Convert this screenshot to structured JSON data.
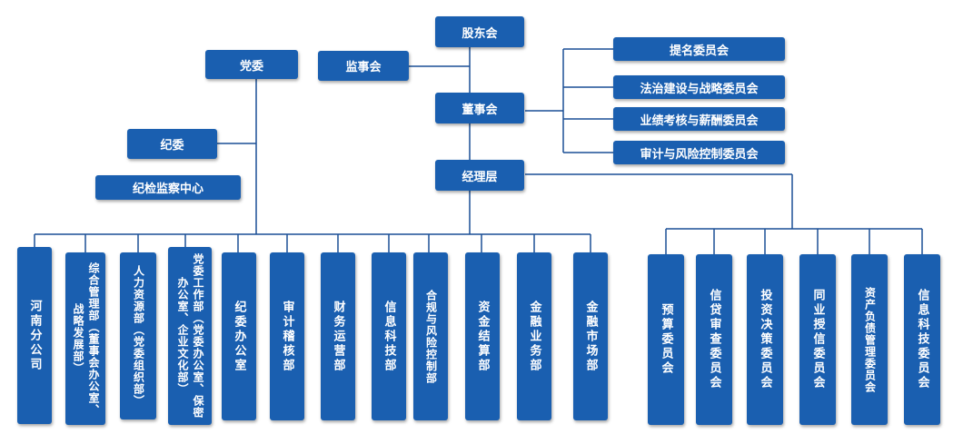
{
  "top": {
    "shareholders": "股东会",
    "supervisors": "监事会",
    "board": "董事会",
    "management": "经理层",
    "party": "党委",
    "discipline": "纪委",
    "discipline_center": "纪检监察中心"
  },
  "committees": {
    "nomination": "提名委员会",
    "legal_strategy": "法治建设与战略委员会",
    "performance": "业绩考核与薪酬委员会",
    "audit_risk": "审计与风险控制委员会"
  },
  "departments": [
    "河南分公司",
    "综合管理部（董事会办公室、战略发展部）",
    "人力资源部（党委组织部）",
    "党委工作部（党委办公室、保密办公室、企业文化部）",
    "纪委办公室",
    "审计稽核部",
    "财务运营部",
    "信息科技部",
    "合规与风险控制部",
    "资金结算部",
    "金融业务部",
    "金融市场部"
  ],
  "mgmt_committees": [
    "预算委员会",
    "信贷审查委员会",
    "投资决策委员会",
    "同业授信委员会",
    "资产负债管理委员会",
    "信息科技委员会"
  ]
}
